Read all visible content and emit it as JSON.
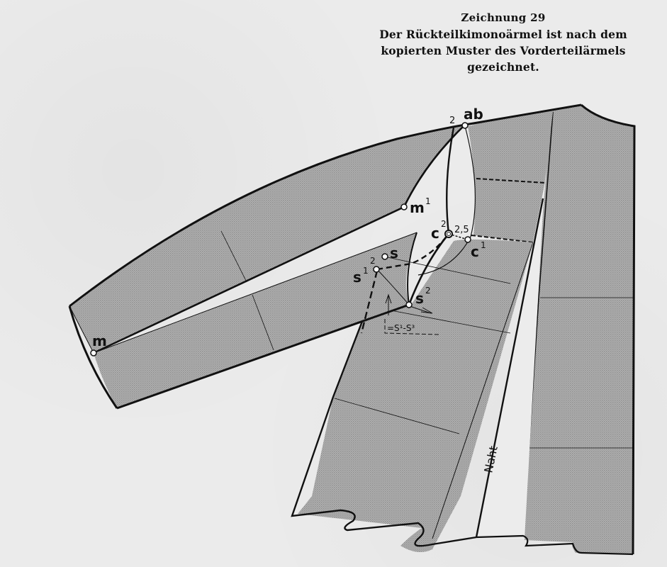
{
  "caption": {
    "title": "Zeichnung 29",
    "line1": "Der Rückteilkimonoärmel ist nach dem",
    "line2": "kopierten Muster des Vorderteilärmels",
    "line3": "gezeichnet."
  },
  "diagram": {
    "points": {
      "ab": "ab",
      "ab_measure": "2",
      "m1": "m",
      "m1_sup": "1",
      "c2": "c",
      "c2_sup": "2",
      "c2_measure": "2,5",
      "c1": "c",
      "c1_sup": "1",
      "s": "s",
      "s_measure": "2",
      "s1": "s",
      "s1_sup": "1",
      "s2": "s",
      "s2_sup": "2",
      "m": "m"
    },
    "annotation_formula": "=S¹-S³",
    "seam_label": "Naht",
    "colors": {
      "fabric_fill": "#a9a9a9",
      "line": "#111111",
      "paper": "#ebebeb"
    }
  }
}
